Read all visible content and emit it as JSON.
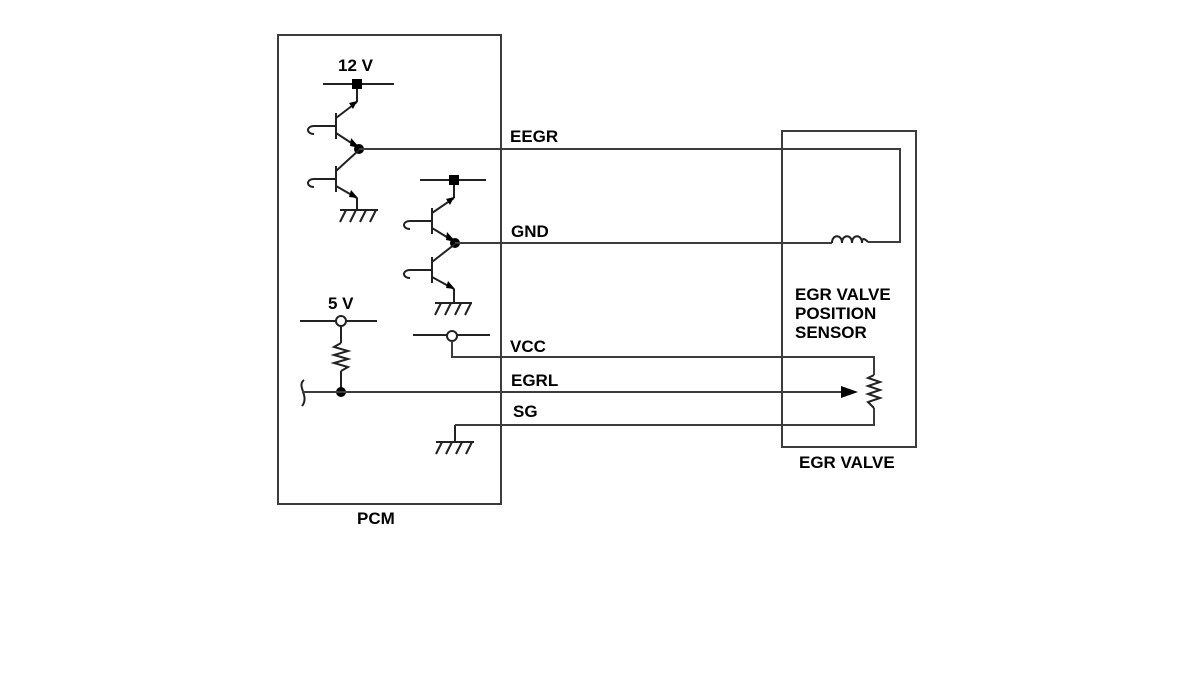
{
  "pcm": {
    "label": "PCM",
    "supply_12v": "12 V",
    "supply_5v": "5 V"
  },
  "signals": {
    "eegr": "EEGR",
    "gnd": "GND",
    "vcc": "VCC",
    "egrl": "EGRL",
    "sg": "SG"
  },
  "egr_valve": {
    "label": "EGR VALVE",
    "sensor_label_lines": [
      "EGR VALVE",
      "POSITION",
      "SENSOR"
    ]
  }
}
